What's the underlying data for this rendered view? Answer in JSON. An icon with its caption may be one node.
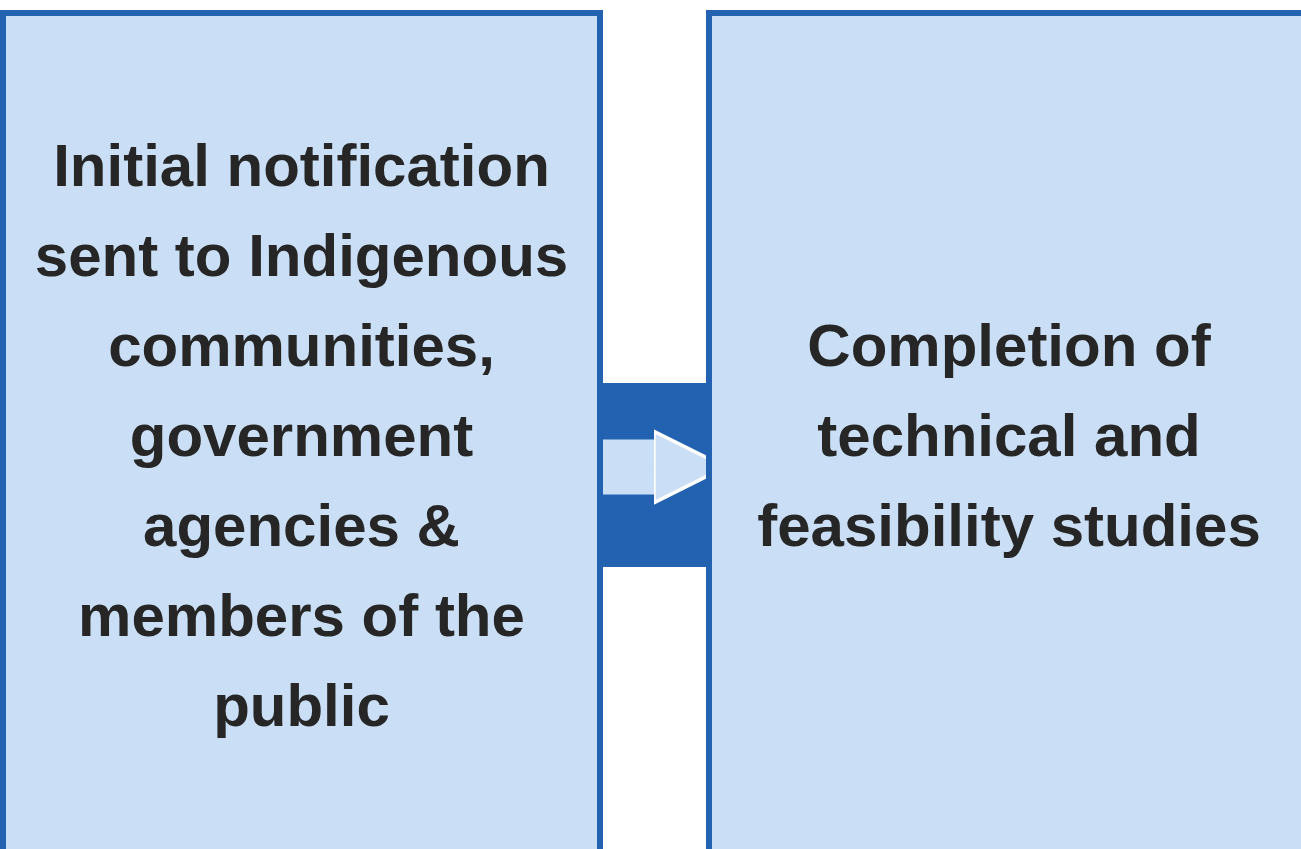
{
  "diagram": {
    "nodes": [
      {
        "text": [
          "Initial notification sent to Indigenous communities, government agencies & members of the public"
        ]
      },
      {
        "text": [
          "Completion of technical and feasibility studies"
        ]
      }
    ],
    "edges": [
      {
        "from": 0,
        "to": 1,
        "arrow": "to"
      }
    ]
  }
}
